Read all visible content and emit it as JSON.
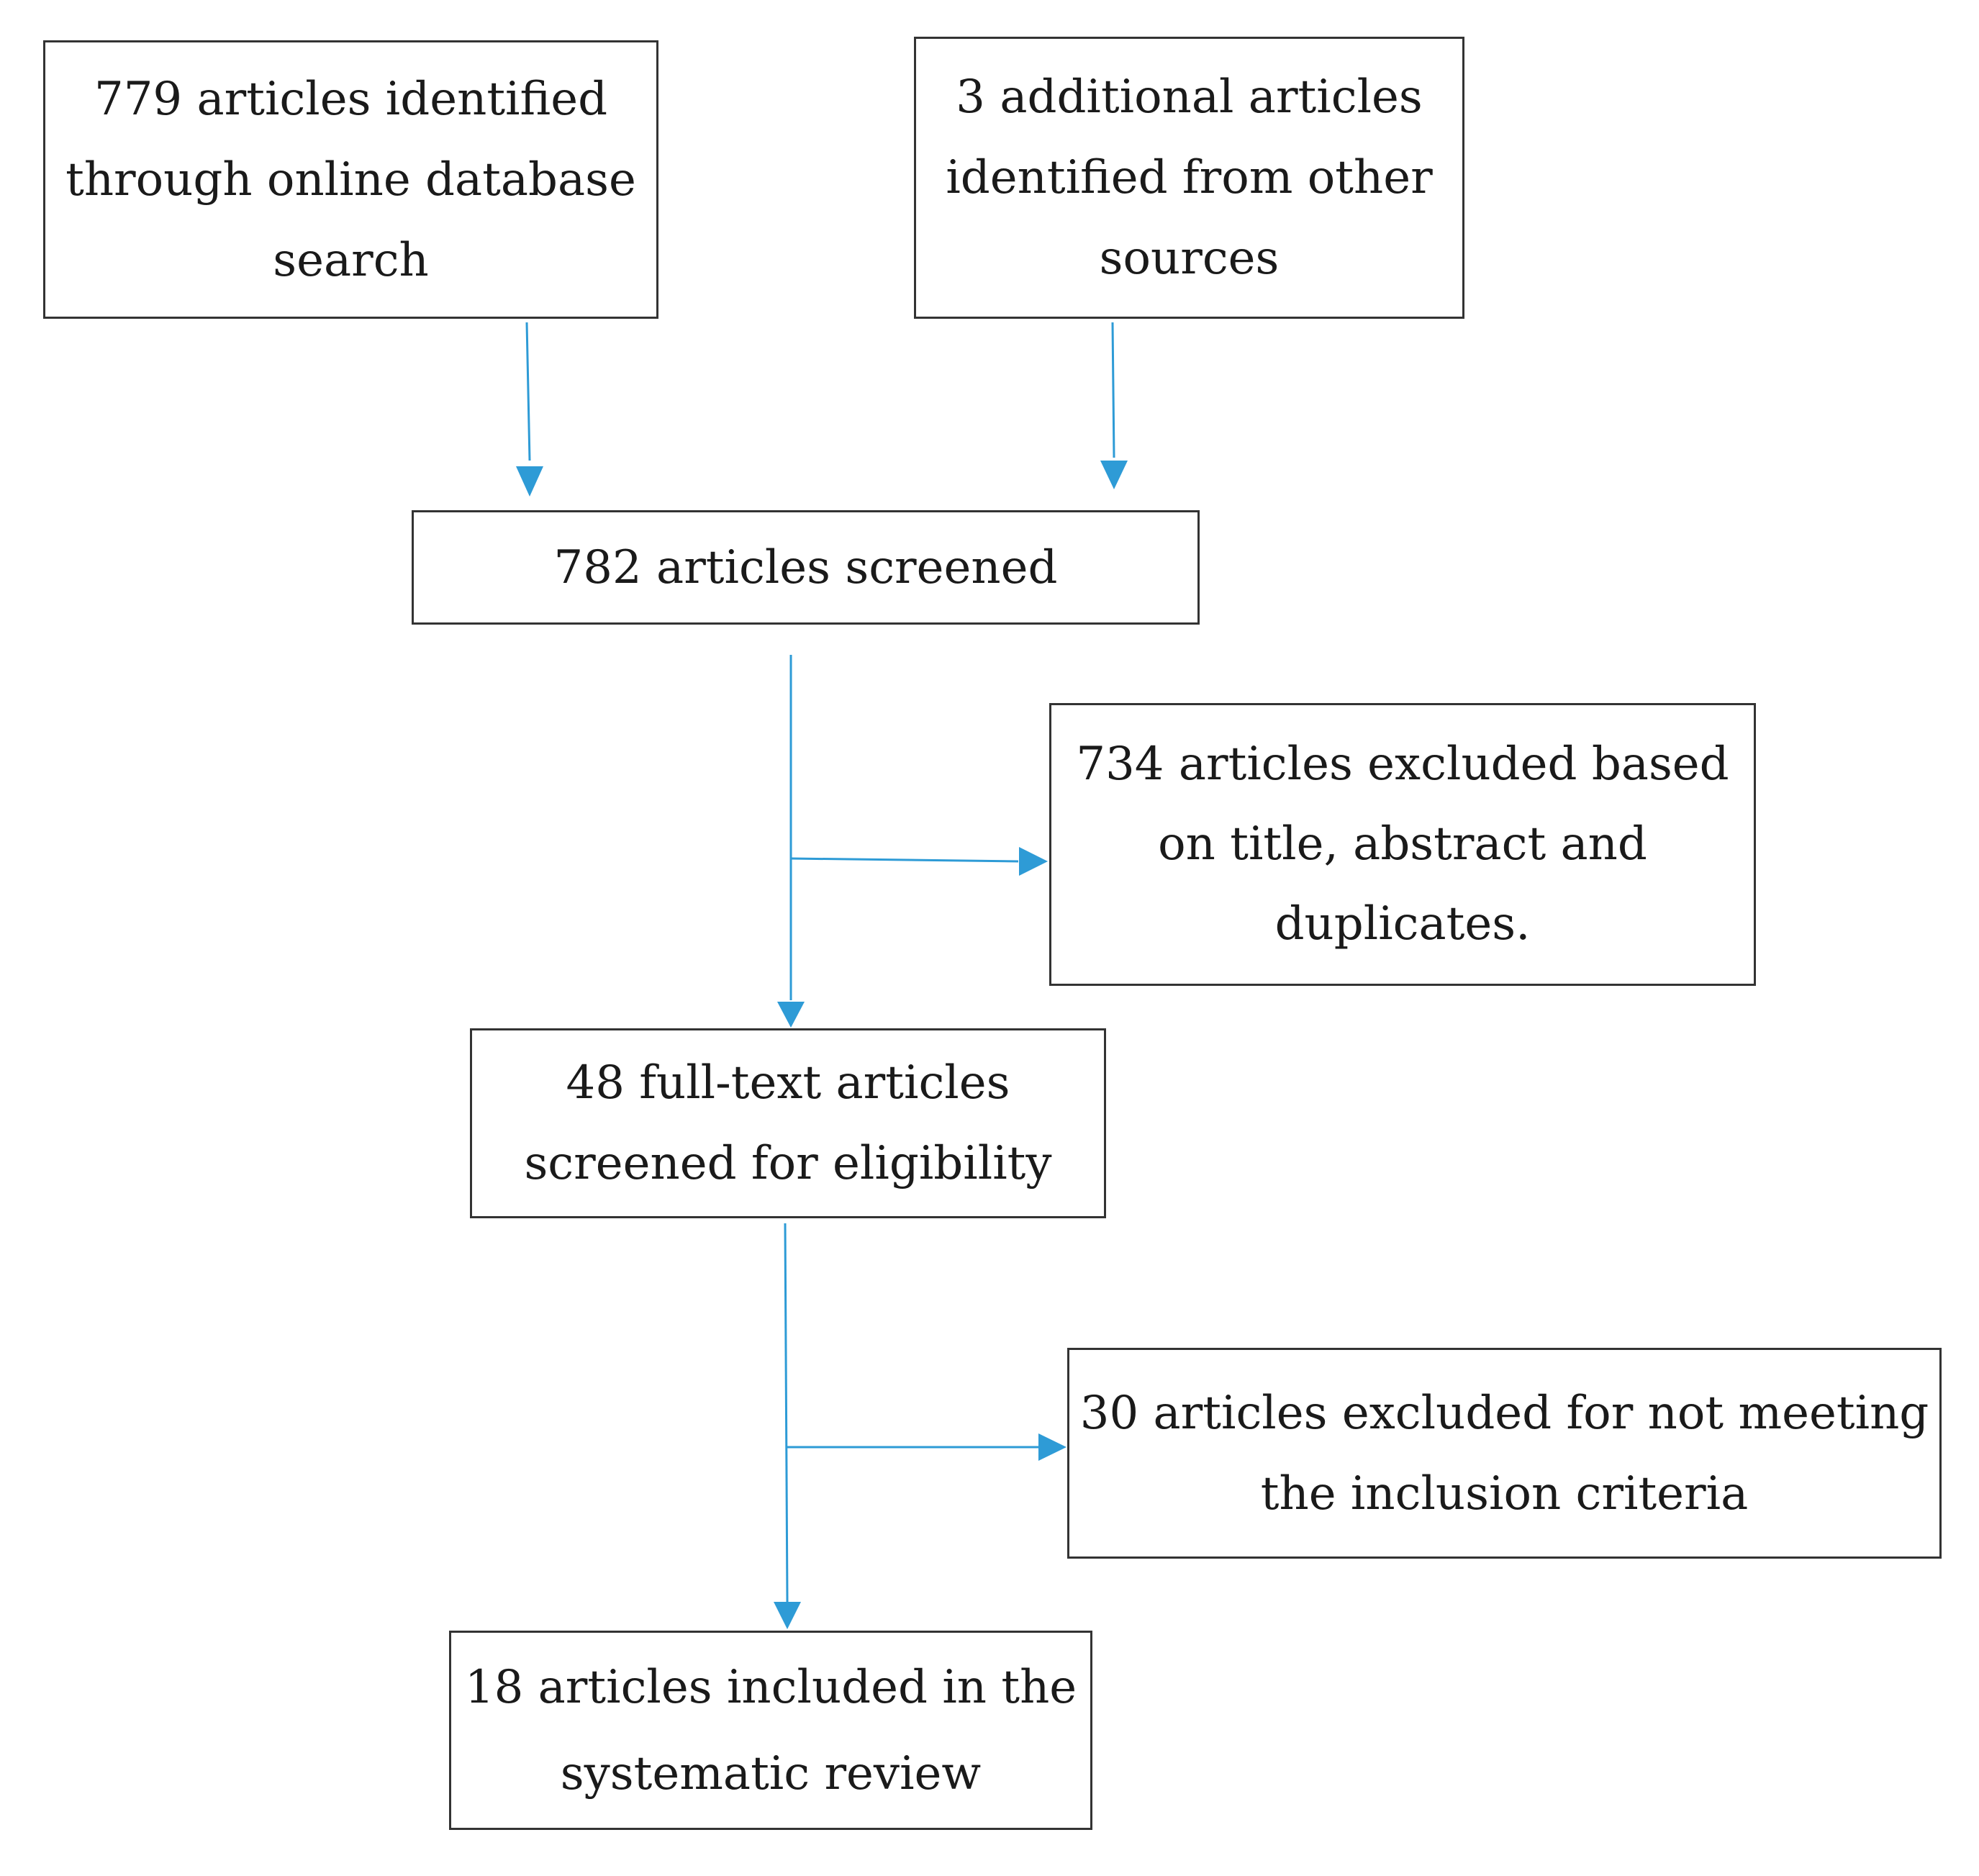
{
  "boxes": {
    "identified_database": {
      "lines": [
        "779 articles identified",
        "through online database",
        "search"
      ]
    },
    "identified_other": {
      "lines": [
        "3 additional articles",
        "identified from other",
        "sources"
      ]
    },
    "screened": {
      "lines": [
        "782 articles screened"
      ]
    },
    "excluded_title": {
      "lines": [
        "734 articles excluded based",
        "on title, abstract and",
        "duplicates."
      ]
    },
    "fulltext": {
      "lines": [
        "48 full-text articles",
        "screened for eligibility"
      ]
    },
    "excluded_criteria": {
      "lines": [
        "30 articles excluded for not meeting",
        "the inclusion criteria"
      ]
    },
    "included": {
      "lines": [
        "18 articles included in the",
        "systematic review"
      ]
    }
  },
  "colors": {
    "arrow": "#2e9bd6",
    "box_border": "#333333",
    "text": "#1a1a1a"
  }
}
